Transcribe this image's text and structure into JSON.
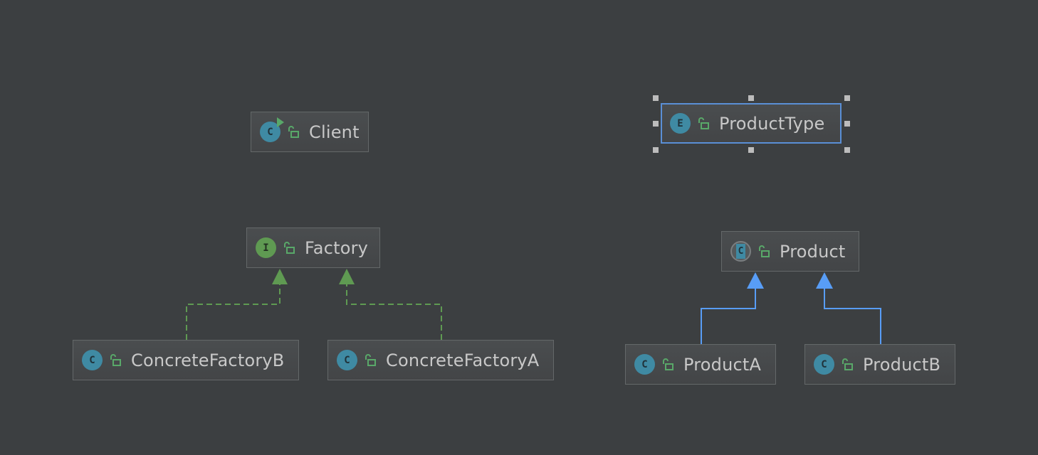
{
  "diagram": {
    "background_color": "#3c3f41",
    "nodes": [
      {
        "id": "client",
        "label": "Client",
        "kind": "class",
        "kind_letter": "C",
        "has_main": true,
        "visibility_icon": "unlocked-icon"
      },
      {
        "id": "producttype",
        "label": "ProductType",
        "kind": "enum",
        "kind_letter": "E",
        "selected": true,
        "visibility_icon": "unlocked-icon"
      },
      {
        "id": "factory",
        "label": "Factory",
        "kind": "interface",
        "kind_letter": "I",
        "visibility_icon": "unlocked-icon"
      },
      {
        "id": "product",
        "label": "Product",
        "kind": "abstract-class",
        "kind_letter": "C",
        "visibility_icon": "unlocked-icon"
      },
      {
        "id": "concretefactoryb",
        "label": "ConcreteFactoryB",
        "kind": "class",
        "kind_letter": "C",
        "visibility_icon": "unlocked-icon"
      },
      {
        "id": "concretefactorya",
        "label": "ConcreteFactoryA",
        "kind": "class",
        "kind_letter": "C",
        "visibility_icon": "unlocked-icon"
      },
      {
        "id": "producta",
        "label": "ProductA",
        "kind": "class",
        "kind_letter": "C",
        "visibility_icon": "unlocked-icon"
      },
      {
        "id": "productb",
        "label": "ProductB",
        "kind": "class",
        "kind_letter": "C",
        "visibility_icon": "unlocked-icon"
      }
    ],
    "edges": [
      {
        "from": "concretefactoryb",
        "to": "factory",
        "type": "realization",
        "color": "#5f9a52"
      },
      {
        "from": "concretefactorya",
        "to": "factory",
        "type": "realization",
        "color": "#5f9a52"
      },
      {
        "from": "producta",
        "to": "product",
        "type": "generalization",
        "color": "#589df6"
      },
      {
        "from": "productb",
        "to": "product",
        "type": "generalization",
        "color": "#589df6"
      }
    ]
  }
}
